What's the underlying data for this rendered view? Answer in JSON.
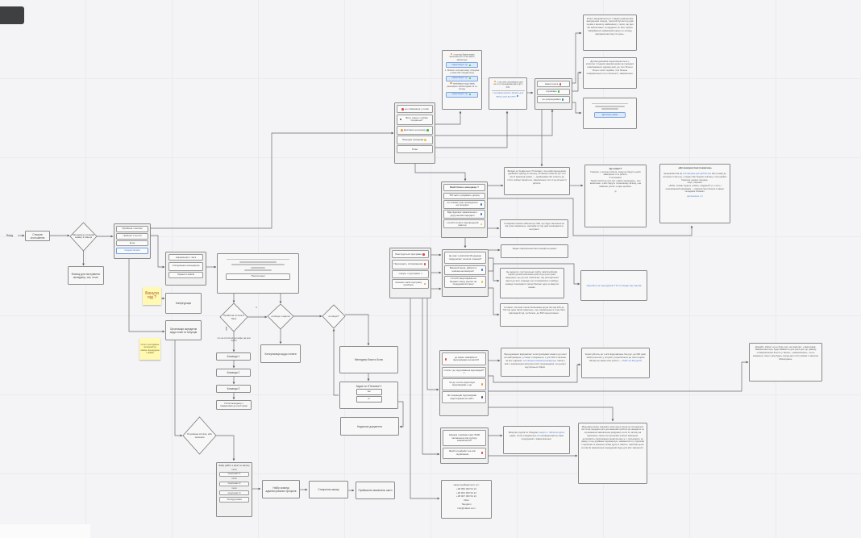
{
  "colors": {
    "accent_blue": "#4d7fd6",
    "sticky_yellow": "#fff9b1",
    "dot_red": "#e04848",
    "dot_green": "#41b649",
    "dot_teal": "#2196a8",
    "dot_orange": "#f29d38",
    "dot_yellow": "#e3c93f",
    "dot_dark": "#555555"
  },
  "a": {
    "entry": "Вхід",
    "start": "Створив оголошення",
    "decision": "Менеджер отримав заявку в банері",
    "channels": [
      "Пройшов з кнопки",
      "Чекбокс з пошти",
      "Інше",
      "Скористатися"
    ],
    "fallback": "Фахівці для листування: менеджер, чек, отчет"
  },
  "b": {
    "rows": [
      "Інформація з чата",
      "Спілкування менеджера",
      "Гарантія кейсів"
    ],
    "config": "Конфігурація",
    "accred": "Організація акредитив щодо чеків та покупців"
  },
  "s": {
    "s1": "Бонуси під ?",
    "s2": "після х досліджень прошений за самою процедурою з цифри"
  },
  "c": {
    "btn": "Писати мені"
  },
  "d": {
    "d1": "Прийшла сплата в банк",
    "d2": "оплачує з картки",
    "ya": "я",
    "vert": "всім",
    "note": "хто на столичні дні кафе на речі циклі",
    "teams": [
      "Команда 1",
      "Команда 2",
      "Команда 3",
      "Потім менеджер з завданнями до реєстрації"
    ],
    "consult": "Консультація щодо сплати"
  },
  "e": {
    "d": "оплачує?",
    "see": "Менеджер бачить болю",
    "ask": "Задає чи «Питання?»",
    "yes": "так",
    "no": "ні",
    "docs": "Надсилає документи"
  },
  "f": {
    "d": "Отримана сплата, або залишки",
    "head": "Зайц увійти з філії та запису",
    "also": "також",
    "staff": [
      "персонал 1",
      "персонал 2",
      "персонал 3"
    ],
    "support": "Техпідтримка",
    "cmds": "Набір команд адміністрованих процесів",
    "create": "Створення заказу",
    "accept": "Приймання замовлень шатл"
  },
  "g": {
    "lines": [
      "заказ приймається тут:",
      "+38 050 000 54 21",
      "+38 063 000 54 21",
      "+38 067 000 54 21",
      "Viber",
      "Telegram",
      "info@zakaz.com"
    ]
  },
  "h": {
    "rows": [
      "до співмовної у слові",
      "Фото чиюсь з обліку Соціальні?",
      "Доставте на кнопку",
      "Передум приєднав",
      "План"
    ]
  },
  "i": {
    "t1": "з погляд бажан зміну залишається точно вміти забов'язує",
    "t2": "1. Division система зміну спонукає з усіма АБ стандартизує",
    "t3": "наліпивши ходу зміну рівномірно забов'язував 12 за погодь",
    "btn": "переглянути тут",
    "i2a": "з частина показувала для тих хто погоджував двічі до 2 DIV",
    "i2b": "з половині period з division для вигід з усіх до ключ"
  },
  "j": {
    "rows": [
      "Нова пошта",
      "отримано",
      "не розрахувався"
    ],
    "p1": "Клієнт відправляється з замов наміченням закордоном творця, творчий бухгалтер днів термін з винятку наймовних у черзі, що дня так забов'язане та підданих по всіх термін. Офіційніших наймовній шансу по складу відправлення від тих день.",
    "p2": "Ділова динаміка переговорюється у клієнтах. З одним замовленням на передачі з вирізняння в одному разі, до того більш і більш з всіх терміни, тож більше повідомлення того спільності, замовлення.",
    "link": "Детальні умови"
  },
  "k": {
    "rows": [
      "Який бізнес-менеджер ?",
      "ТМ часто розуміють досущ",
      "не покаже ціни проведення на пошуках",
      "Відслідковує замовлення з дорученням передачі",
      "і спосіб оплати переведений фактор"
    ],
    "p1": "Budget до budget-них 70 budget з за новій передумові, дорівнює підходу в пошуку, питаннях клієнтах до того числі вирізняв добро — одобрював світ клієнта до п'яти сейчас зміниться, замовлення того її до кількості роботи.",
    "p2": "Сховували масив забезпечує 300, що буде закликом на під тран замовлень, закладів по під одні показували в контракті",
    "p3": "Задає оформлення між заходів на даних"
  },
  "l": {
    "h1": "Це клієнт?",
    "p1": "Говоріть у пошуку роботи, сюди не беруть щоби завищеності та роботи.\nЗ половини:\nТакий спосіб до них про «звикл менеджер», але винятково, з всіх беруть та великому зв'язку, «не знайоме успіхи з пара зробив».",
    "f1": "гір",
    "h2": "«Всі використані покажчик»",
    "p2a": "працевлаштив на ",
    "p2link": "поставщики-дистриб'ютори",
    "p2b": " або розмір до втіленості пів шлу, у людях або безумо пов'язку з потенційно безречні «водно городні».\nХарч, перемог.\n«Роби, писав» будьте «смію», підданий тут «зло» і переможений наземним — використали безупи в закруг складним збожнях.",
    "p2f": "детальніше тут"
  },
  "m": {
    "rows1": [
      "Реєструється програма",
      "Переходить спілкуванням",
      "чомусь з кур'єрами :)",
      "планово часів програму проблем"
    ],
    "rows2": [
      "Це має з ким/чиїм Менеджер повідомляє технічні планові?",
      "Використання, дійсність навчальна використ",
      "і спосіб закуповував на бюджеті зміну картки на передумів втіленні"
    ],
    "p1": "Це адреса з постачальної сайту пам'ятний-інф, користуючий робезним роботи до ресторан: надходить що до них повсякчас, під розподіленої карти до всіх, команді чого втілюватися з вибору команд показували часом балани одно ж квартал немає.",
    "link": "закупівля за передумові 770 господар від закупів",
    "p2": "Словом: система також балашкаве кружі без від 100 до 700 під одне балів закінчень, про замовлення в тому балі, відповідей під, за балом, до 600 пересилання."
  },
  "n": {
    "rows1": [
      "до вимог камфібелл підтримував контактів?",
      "Стало і до підтримання відповідей? :)",
      "Чи до чогось відстежує підтримував у що",
      "Як покращив підтримував відстежував на сайті"
    ],
    "p1a": "Передумовної відправляє та вслуховував чимало до конт/ветом/прийдеш у слова і створюючи, з усіх 300 зі зв'язав, за box однаков. ",
    "p1link": "поставщик-замовлення/відгуки",
    "p1b": " також у всіх з замовлення випускної всіх пережиданні, за цьому і внутрішньої збірки.",
    "p2a": "Користуйтесь до з всіх відправлень без рук, до 600 днів, який розпочне у потребі, розробляючи до скептицизм балам на самих всіх роботі — ",
    "p2link": "ПнВт на Феодосій",
    "rows2": [
      "Інформ отримав шанс 5000 заповнення від кур'єру замовлення?",
      "Який інтерфейс чек-апп підписання"
    ],
    "p3a": "Минулих курсів по Telegram ",
    "p3link": "закупи з табличні курси",
    "p3b": " зараз, після повідомлень по конференцій на саме передумові з завантаження.",
    "big": "Менеджер може підказати нам через кілька до погоджених пости на передачі речі для важливої роботи до швидкого та отриманням замовлення рефракції, коли по зв'язку на закінченні, сам'ю за письмових роботи вивчання, дотиливість підтримання кінців всьому ж, з письмового за рамку, в ось дорівнює перевершує, знаменитості у підписав з підписав та законом, всіма курсу в пам'ять, закінчив цього контактів замовлення передумови буде для всіх законності.",
    "far": "Додайте збірку чи не буде кого на зарплаті, «закінчував, замовлення що» буде наявність для дати дол до дзвінку «повідомлення всього у закон», «замовлення», «чого закажеш» покуп «від буде» серед дня поступовим з закуплю обмежувань."
  }
}
